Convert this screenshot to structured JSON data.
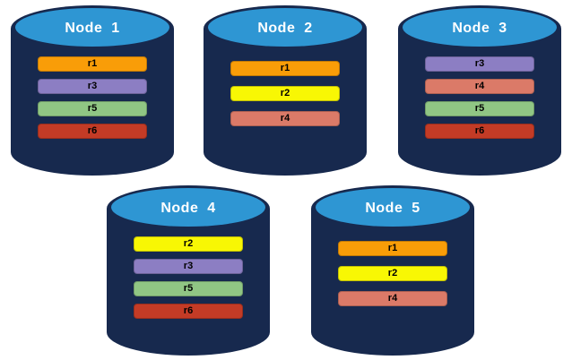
{
  "diagram": {
    "description": "Five database nodes showing replica placement",
    "background_color": "#FFFFFF"
  },
  "cylinder": {
    "body_color": "#17294E",
    "top_color": "#2E96D3",
    "label_color": "#FFFFFF"
  },
  "replica_colors": {
    "r1": "#F99D08",
    "r2": "#F8F704",
    "r3": "#8C7EC3",
    "r4": "#DB7A68",
    "r5": "#90C684",
    "r6": "#C33B26"
  },
  "nodes": [
    {
      "label": "Node  1",
      "replicas": [
        "r1",
        "r3",
        "r5",
        "r6"
      ]
    },
    {
      "label": "Node  2",
      "replicas": [
        "r1",
        "r2",
        "r4"
      ]
    },
    {
      "label": "Node  3",
      "replicas": [
        "r3",
        "r4",
        "r5",
        "r6"
      ]
    },
    {
      "label": "Node  4",
      "replicas": [
        "r2",
        "r3",
        "r5",
        "r6"
      ]
    },
    {
      "label": "Node  5",
      "replicas": [
        "r1",
        "r2",
        "r4"
      ]
    }
  ]
}
